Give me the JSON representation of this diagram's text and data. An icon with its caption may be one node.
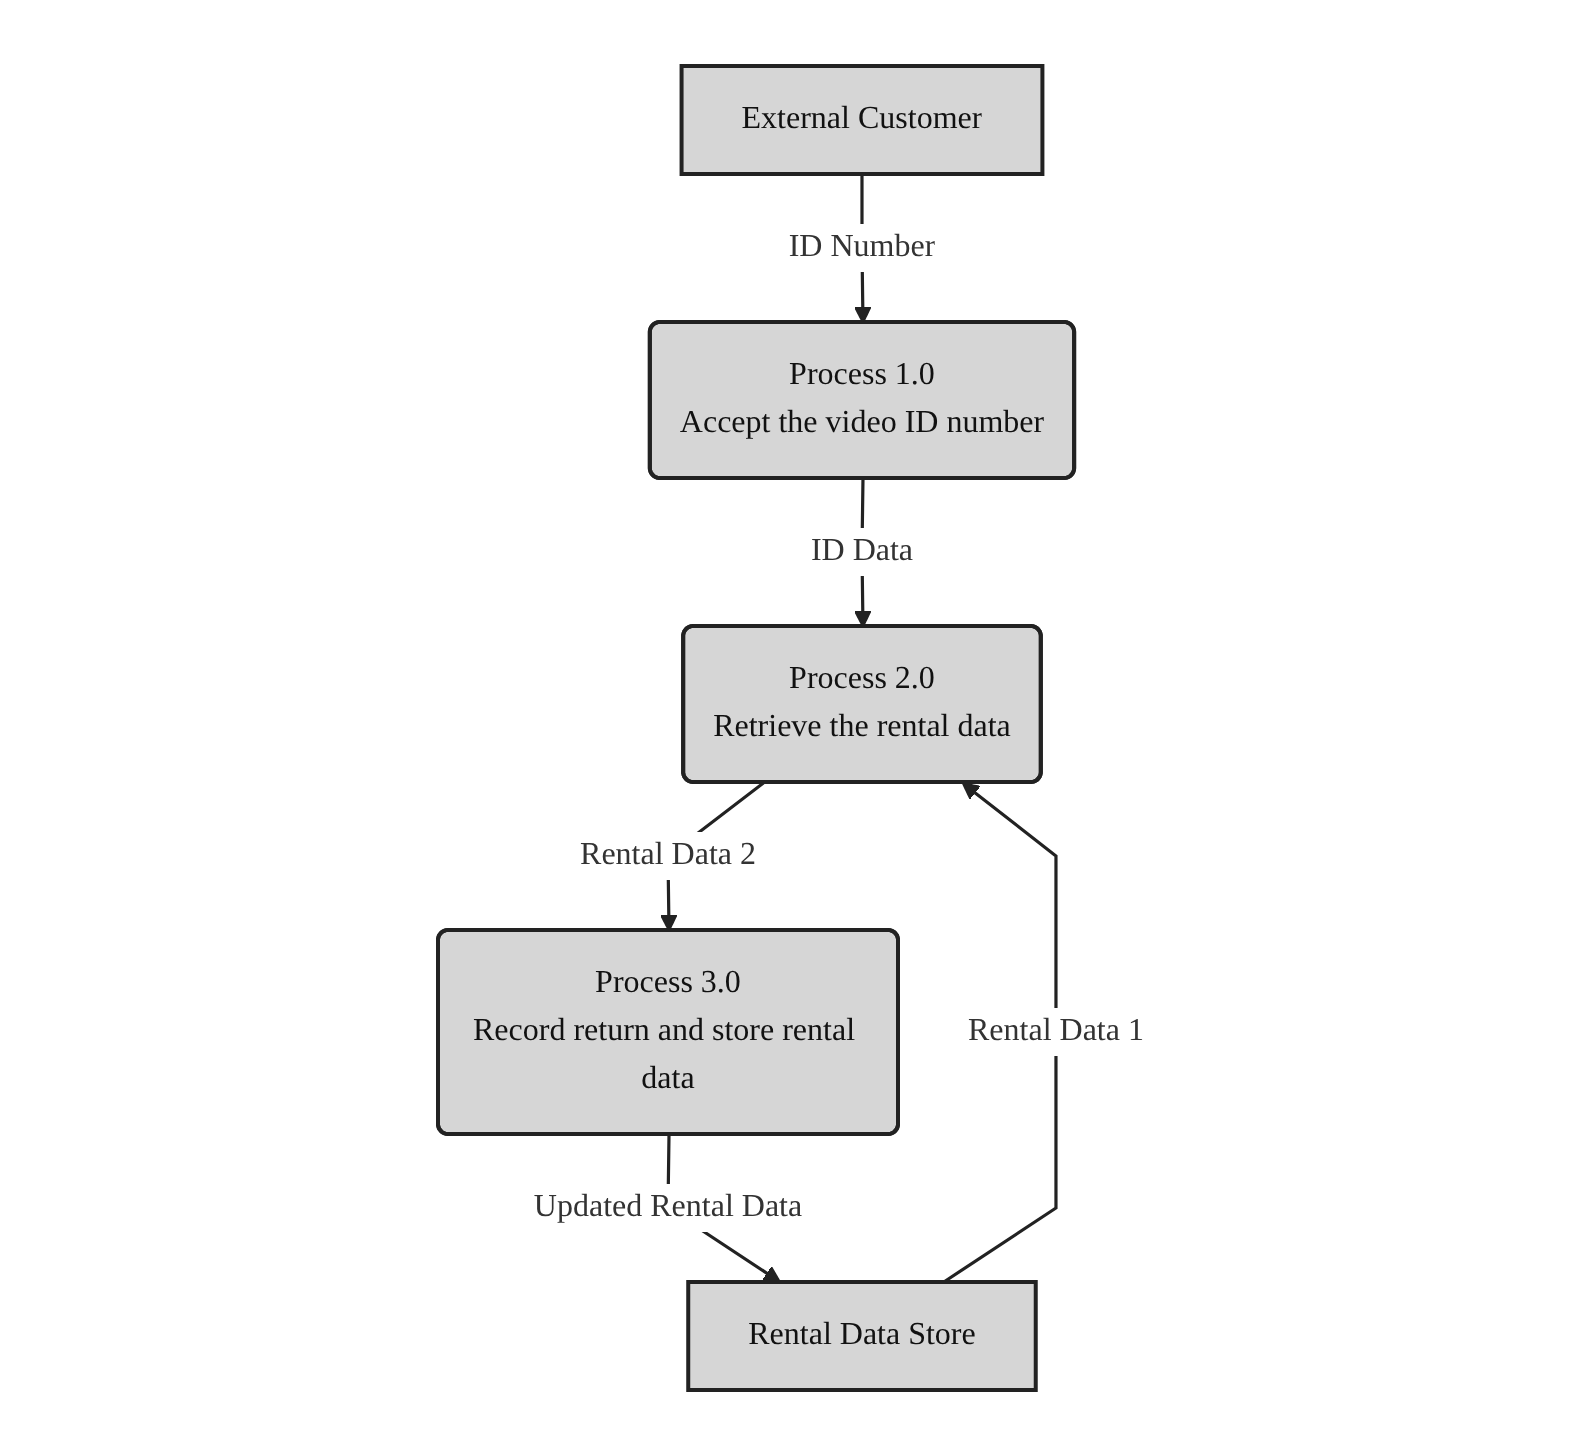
{
  "diagram": {
    "nodes": [
      {
        "text": [
          "External Customer"
        ]
      },
      {
        "text": [
          "Process 1.0",
          "Accept the video ID number"
        ]
      },
      {
        "text": [
          "Process 2.0",
          "Retrieve the rental data"
        ]
      },
      {
        "text": [
          "Rental Data Store"
        ]
      },
      {
        "text": [
          "Process 3.0",
          "Record return and store rental data"
        ]
      }
    ],
    "edges": [
      {
        "from": 0,
        "to": 1,
        "arrow": "to",
        "label": "ID Number"
      },
      {
        "from": 1,
        "to": 2,
        "arrow": "to",
        "label": "ID Data"
      },
      {
        "from": 3,
        "to": 2,
        "arrow": "to",
        "label": "Rental Data 1"
      },
      {
        "from": 2,
        "to": 4,
        "arrow": "to",
        "label": "Rental Data 2"
      },
      {
        "from": 4,
        "to": 3,
        "arrow": "to",
        "label": "Updated Rental Data"
      }
    ]
  }
}
